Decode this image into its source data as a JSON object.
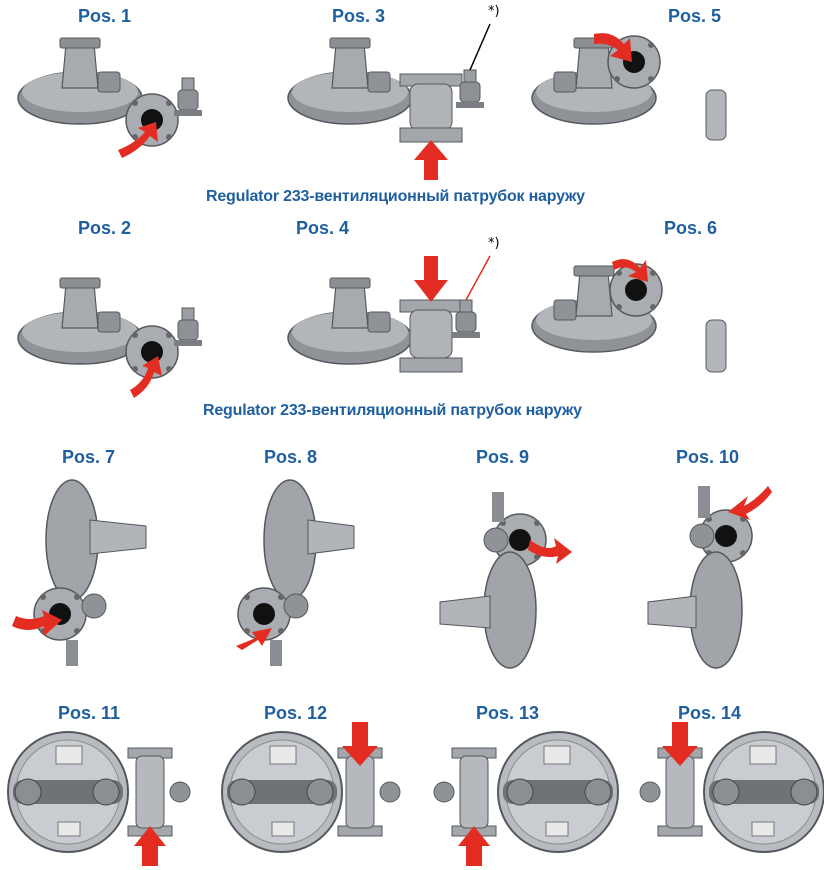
{
  "labels": {
    "pos1": "Pos. 1",
    "pos2": "Pos. 2",
    "pos3": "Pos. 3",
    "pos4": "Pos. 4",
    "pos5": "Pos. 5",
    "pos6": "Pos. 6",
    "pos7": "Pos. 7",
    "pos8": "Pos. 8",
    "pos9": "Pos. 9",
    "pos10": "Pos. 10",
    "pos11": "Pos. 11",
    "pos12": "Pos. 12",
    "pos13": "Pos. 13",
    "pos14": "Pos. 14"
  },
  "captions": {
    "row1": "Regulator 233-вентиляционный патрубок наружу",
    "row2": "Regulator 233-вентиляционный патрубок наружу"
  },
  "notes": {
    "star1": "*)",
    "star2": "*)"
  },
  "colors": {
    "label": "#1f5f9f",
    "arrow": "#e42d22",
    "metal": "#9a9ea3",
    "metal_dark": "#6d7176"
  }
}
